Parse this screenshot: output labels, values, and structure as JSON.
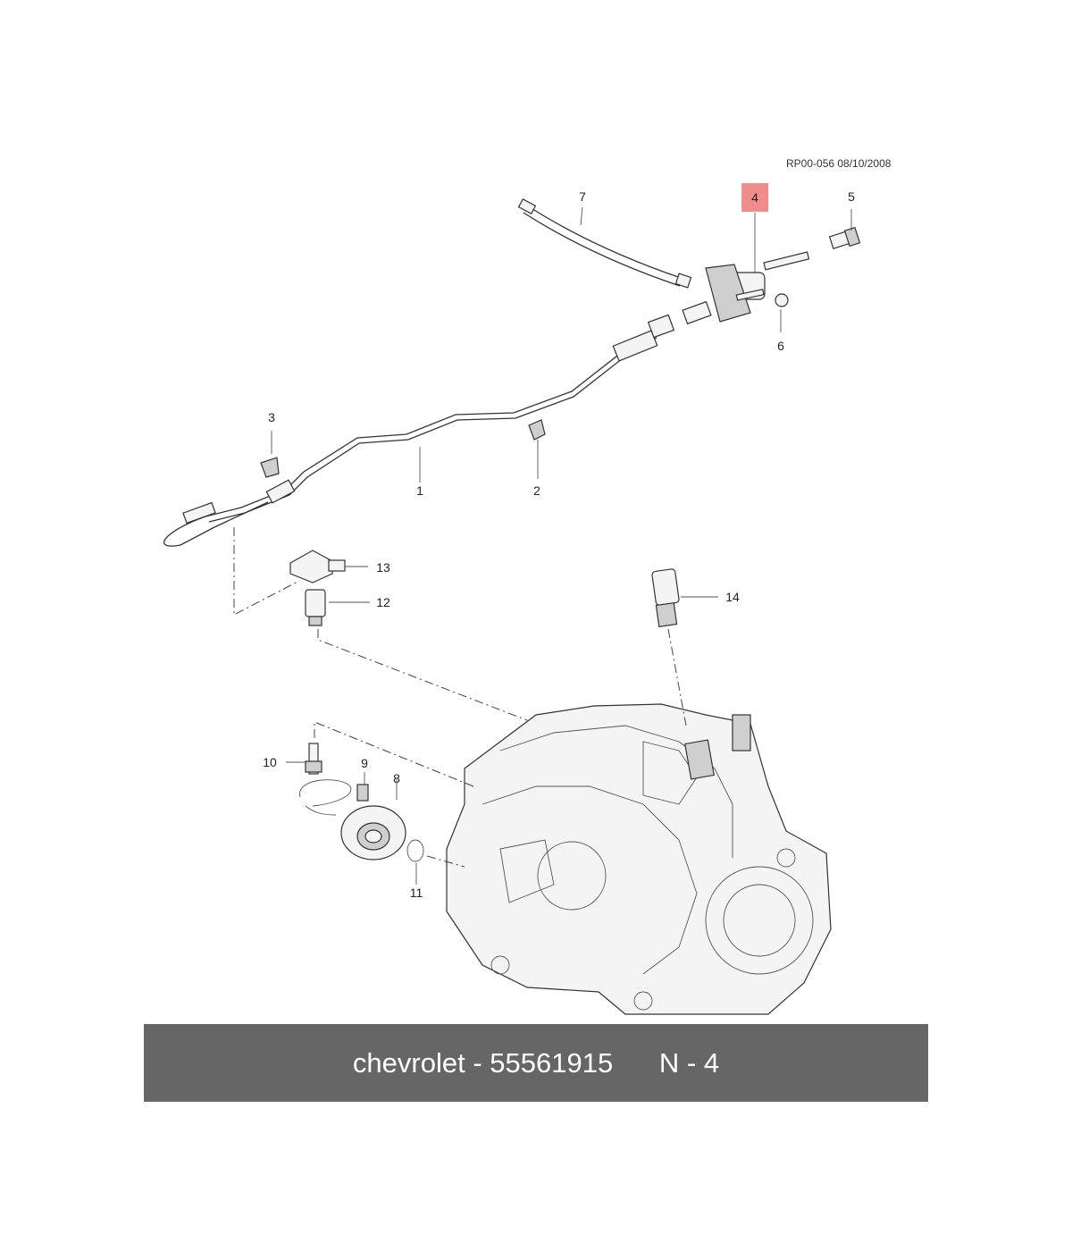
{
  "reference": "RP00-056 08/10/2008",
  "highlight_color": "#f08c8c",
  "banner_color": "#666666",
  "callouts": {
    "c1": "1",
    "c2": "2",
    "c3": "3",
    "c4": "4",
    "c5": "5",
    "c6": "6",
    "c7": "7",
    "c8": "8",
    "c9": "9",
    "c10": "10",
    "c11": "11",
    "c12": "12",
    "c13": "13",
    "c14": "14"
  },
  "banner": {
    "brand": "chevrolet",
    "separator": " - ",
    "part_number": "55561915",
    "position": "N - 4"
  }
}
